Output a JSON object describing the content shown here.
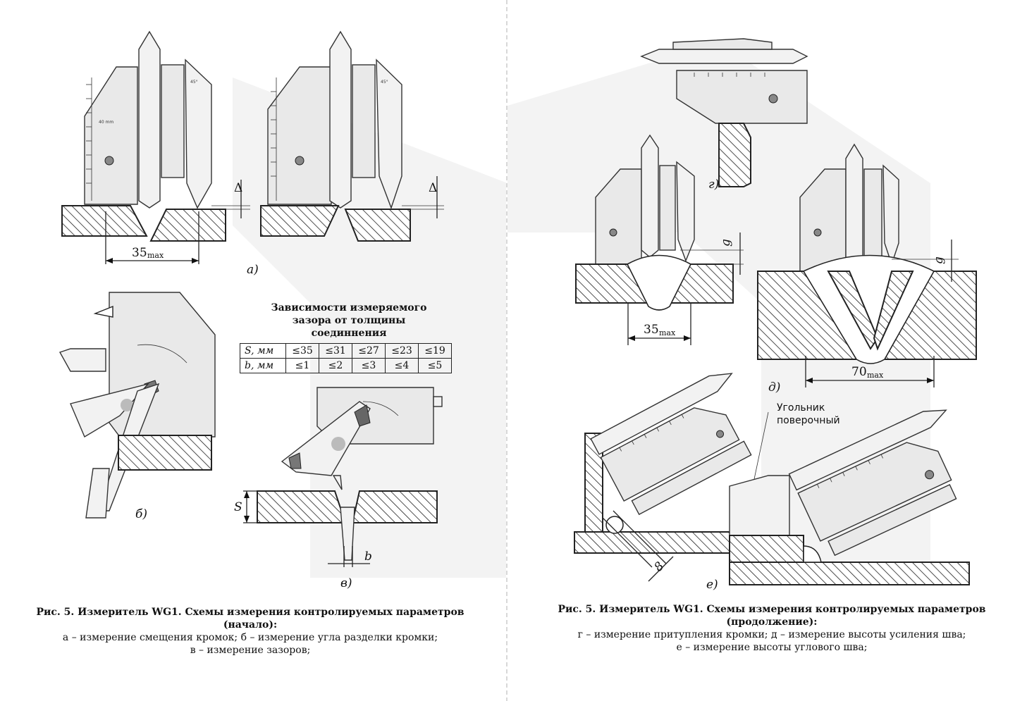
{
  "left_page": {
    "fig_a": {
      "label": "а)",
      "dim_main": "35",
      "dim_sub": "max",
      "delta": "Δ"
    },
    "fig_b": {
      "label": "б)"
    },
    "fig_v": {
      "label": "в)",
      "dim_s": "S",
      "dim_b": "b"
    },
    "table": {
      "title": "Зависимости измеряемого зазора от толщины соединнения",
      "rows": [
        {
          "head": "S, мм",
          "cells": [
            "≤35",
            "≤31",
            "≤27",
            "≤23",
            "≤19"
          ]
        },
        {
          "head": "b, мм",
          "cells": [
            "≤1",
            "≤2",
            "≤3",
            "≤4",
            "≤5"
          ]
        }
      ]
    },
    "caption": {
      "title": "Рис. 5. Измеритель WG1. Схемы измерения контролируемых параметров (начало):",
      "line1": "а – измерение смещения кромок; б – измерение угла разделки кромки;",
      "line2": "в – измерение зазоров;"
    }
  },
  "right_page": {
    "fig_g": {
      "label": "г)"
    },
    "fig_d": {
      "label": "д)",
      "dim_35": "35",
      "dim_70": "70",
      "dim_sub": "max",
      "g": "g"
    },
    "fig_e": {
      "label": "е)",
      "dim_8": "8"
    },
    "callout": {
      "line1": "Угольник",
      "line2": "поверочный"
    },
    "caption": {
      "title": "Рис. 5. Измеритель WG1. Схемы измерения контролируемых параметров (продолжение):",
      "line1": "г – измерение притупления кромки; д – измерение высоты усиления шва;",
      "line2": "е – измерение высоты углового шва;"
    }
  },
  "colors": {
    "ink": "#111111",
    "hatch": "#222222",
    "tool_fill": "#e9e9e9",
    "watermark": "#f1f1f1"
  }
}
